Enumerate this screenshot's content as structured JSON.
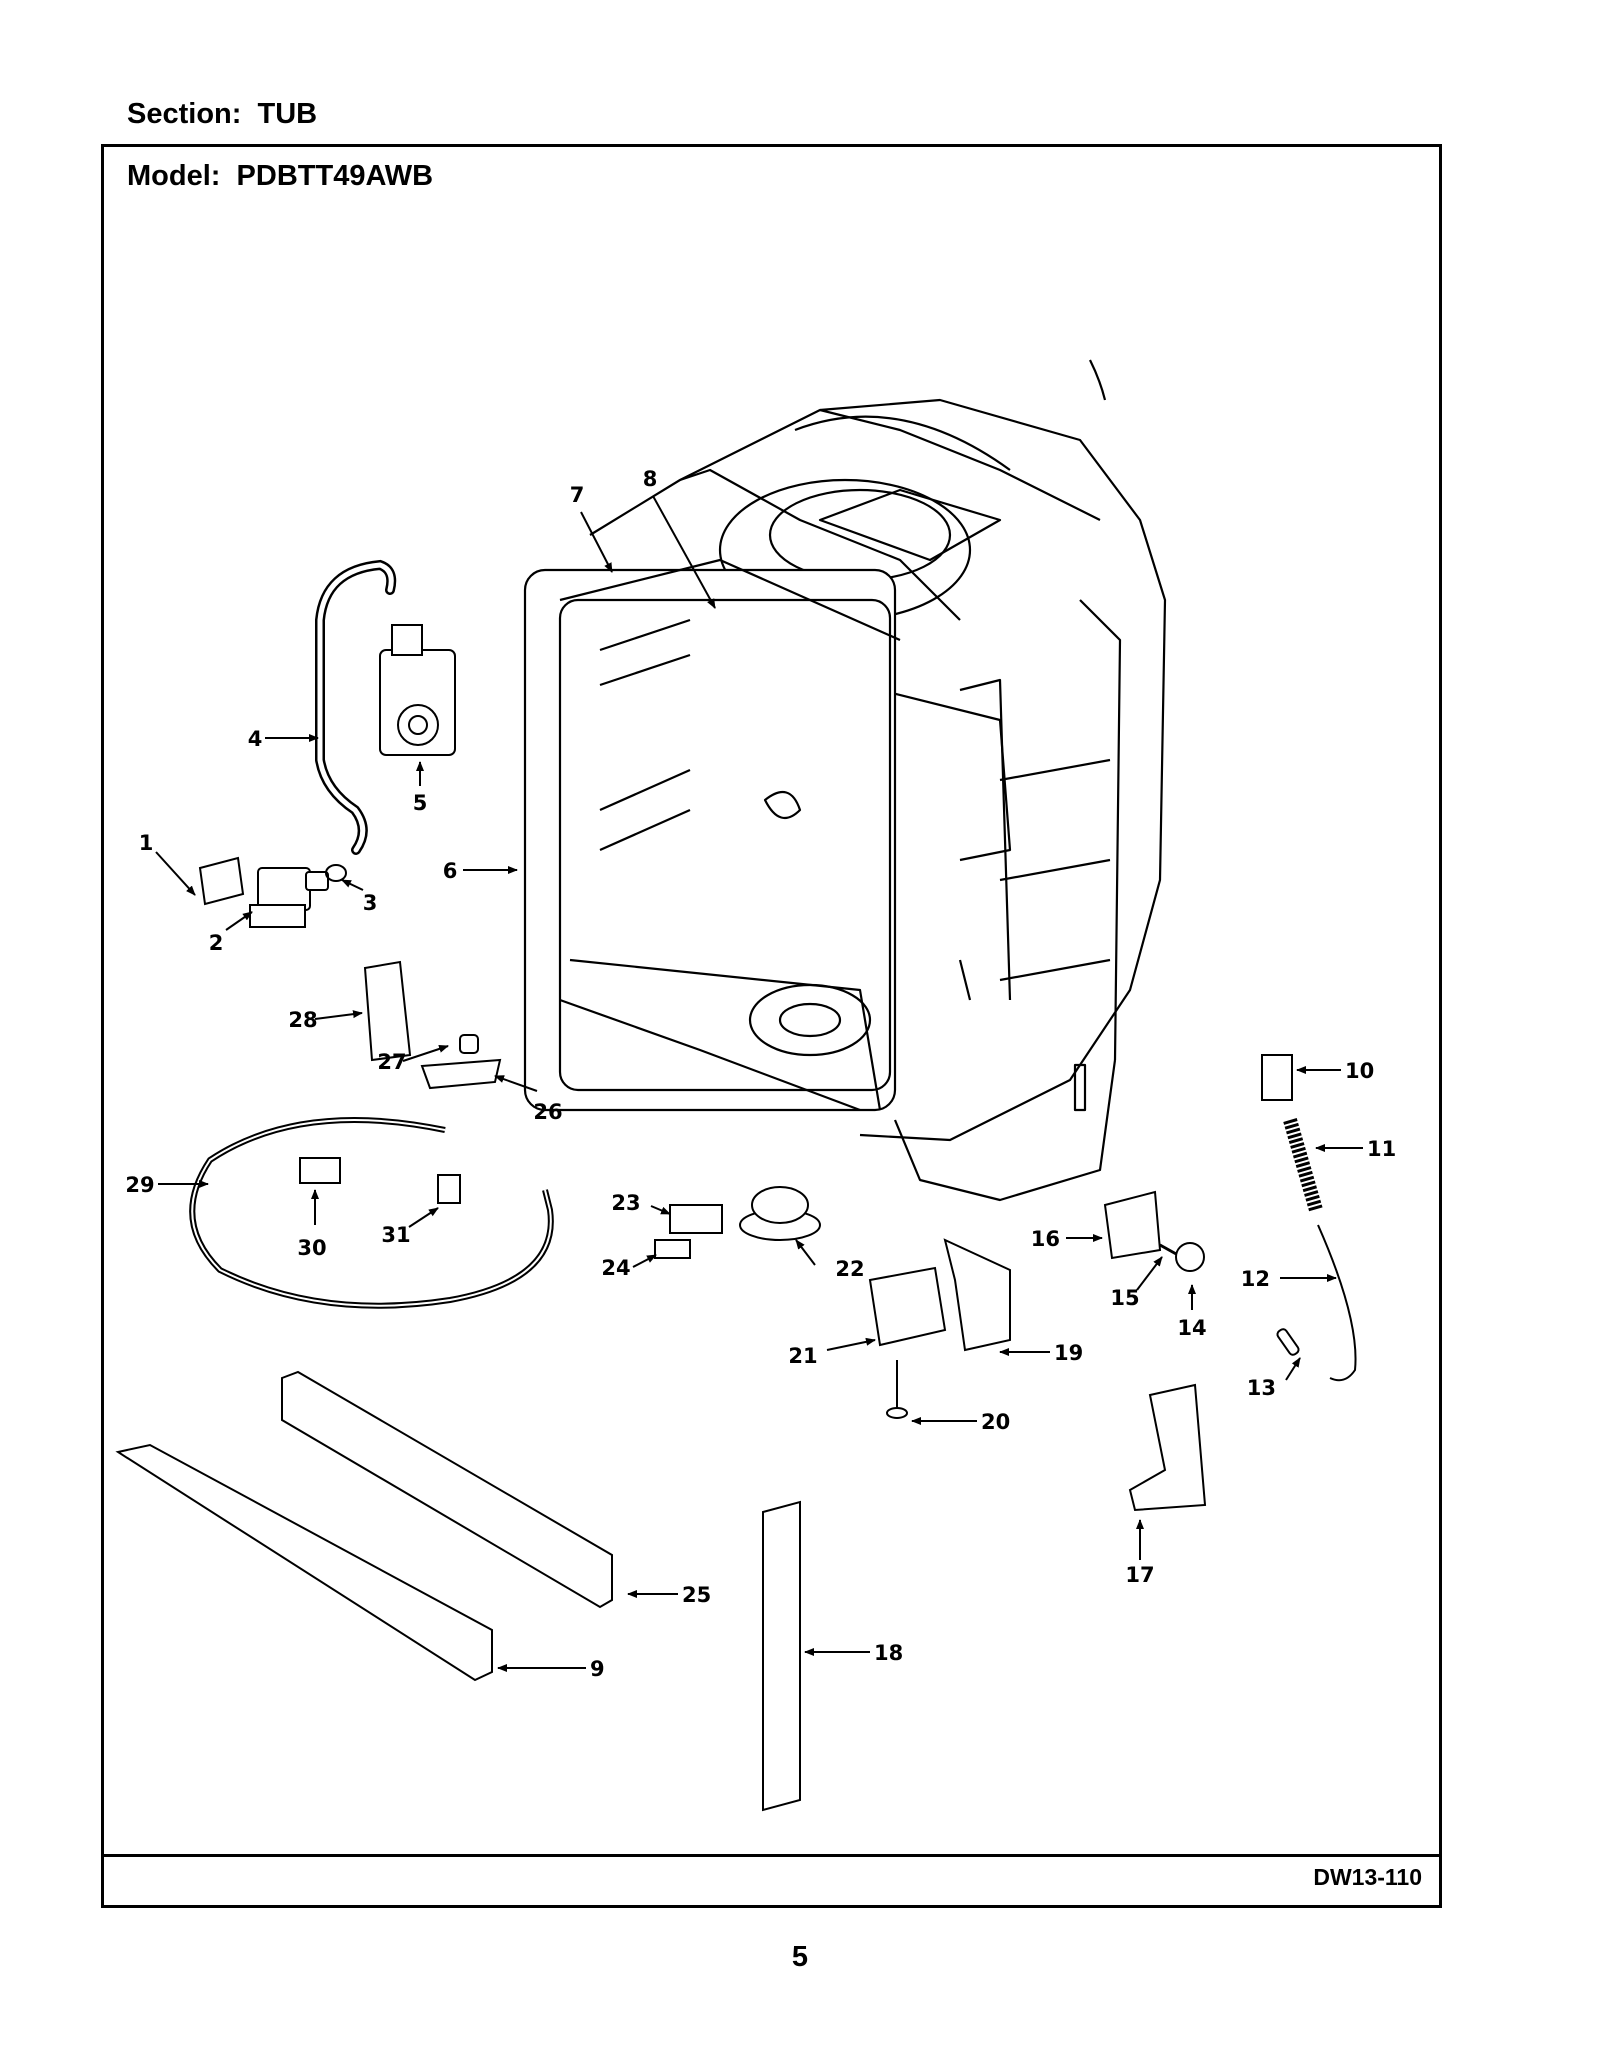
{
  "header": {
    "section": "Section:  TUB",
    "model": "Model:  PDBTT49AWB"
  },
  "footer": {
    "diagram_code": "DW13-110",
    "page_number": "5"
  },
  "callouts": [
    "1",
    "2",
    "3",
    "4",
    "5",
    "6",
    "7",
    "8",
    "9",
    "10",
    "11",
    "12",
    "13",
    "14",
    "15",
    "16",
    "17",
    "18",
    "19",
    "20",
    "21",
    "22",
    "23",
    "24",
    "25",
    "26",
    "27",
    "28",
    "29",
    "30",
    "31"
  ]
}
